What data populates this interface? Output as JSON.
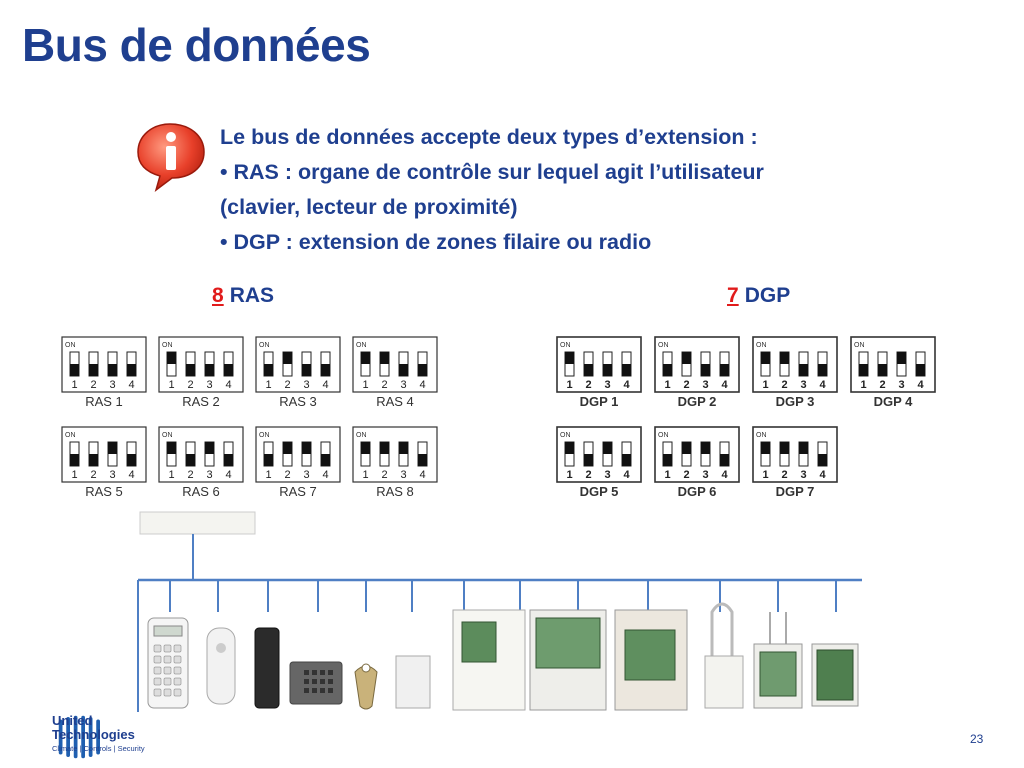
{
  "title": "Bus de données",
  "info": {
    "line1": "Le bus de données accepte deux types d’extension :",
    "bullet1": "•  RAS : organe de contrôle sur lequel agit l’utilisateur",
    "bullet1_cont": "(clavier, lecteur de proximité)",
    "bullet2": "•  DGP :  extension de zones filaire ou radio"
  },
  "ras_group": {
    "count": "8",
    "label": "RAS"
  },
  "dgp_group": {
    "count": "7",
    "label": "DGP"
  },
  "switch_on_label": "ON",
  "switch_numbers": [
    "1",
    "2",
    "3",
    "4"
  ],
  "ras_modules": [
    {
      "name": "RAS 1",
      "switches": [
        1,
        1,
        1,
        1
      ]
    },
    {
      "name": "RAS 2",
      "switches": [
        0,
        1,
        1,
        1
      ]
    },
    {
      "name": "RAS 3",
      "switches": [
        1,
        0,
        1,
        1
      ]
    },
    {
      "name": "RAS 4",
      "switches": [
        0,
        0,
        1,
        1
      ]
    },
    {
      "name": "RAS 5",
      "switches": [
        1,
        1,
        0,
        1
      ]
    },
    {
      "name": "RAS 6",
      "switches": [
        0,
        1,
        0,
        1
      ]
    },
    {
      "name": "RAS 7",
      "switches": [
        1,
        0,
        0,
        1
      ]
    },
    {
      "name": "RAS 8",
      "switches": [
        0,
        0,
        0,
        1
      ]
    }
  ],
  "dgp_modules": [
    {
      "name": "DGP 1",
      "switches": [
        0,
        1,
        1,
        1
      ]
    },
    {
      "name": "DGP 2",
      "switches": [
        1,
        0,
        1,
        1
      ]
    },
    {
      "name": "DGP 3",
      "switches": [
        0,
        0,
        1,
        1
      ]
    },
    {
      "name": "DGP 4",
      "switches": [
        1,
        1,
        0,
        1
      ]
    },
    {
      "name": "DGP 5",
      "switches": [
        0,
        1,
        0,
        1
      ]
    },
    {
      "name": "DGP 6",
      "switches": [
        1,
        0,
        0,
        1
      ]
    },
    {
      "name": "DGP 7",
      "switches": [
        0,
        0,
        0,
        1
      ]
    }
  ],
  "devices": [
    "keypad",
    "prox-reader",
    "card-reader",
    "access-keypad",
    "key-fob",
    "sensor",
    "control-panel",
    "zone-expander-board",
    "panel-board",
    "siren-module",
    "radio-receiver",
    "dgp-board"
  ],
  "page_number": "23",
  "logo": {
    "line1": "United",
    "line2": "Technologies",
    "tagline": "Climate  |  Controls  |  Security"
  },
  "colors": {
    "title": "#1f3f8f",
    "accent_red": "#e11b1b",
    "bus_blue": "#4f7fc4"
  }
}
